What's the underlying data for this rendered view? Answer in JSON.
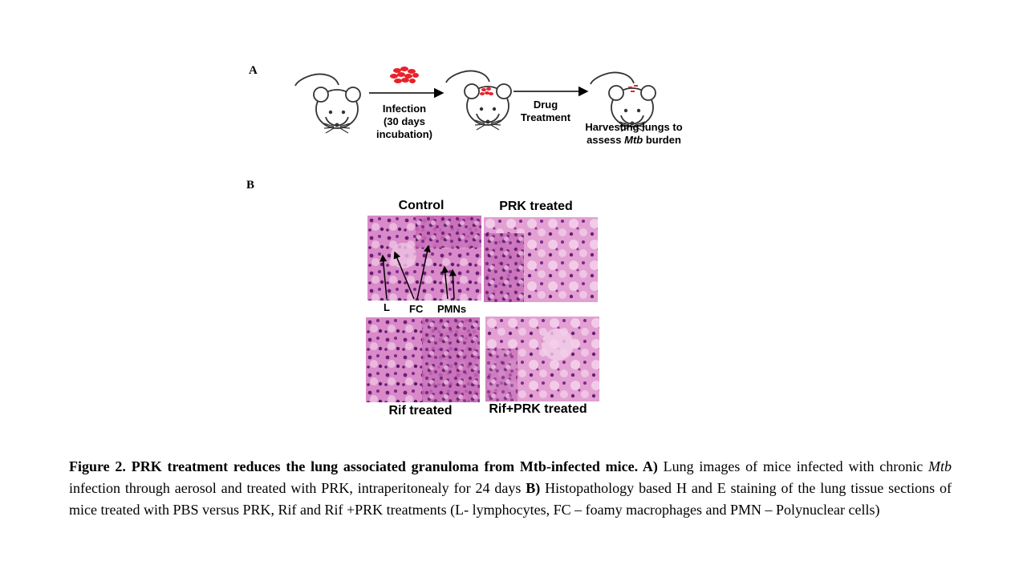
{
  "panel_a": {
    "letter": "A",
    "step1_line1": "Infection",
    "step1_line2": "(30 days",
    "step1_line3": "incubation)",
    "step2_line1": "Drug",
    "step2_line2": "Treatment",
    "step3_line1": "Harvesting lungs to",
    "step3_line2_pre": "assess ",
    "step3_line2_italic": "Mtb",
    "step3_line2_post": " burden",
    "colors": {
      "bacteria": "#e8222a",
      "mouse_outline": "#333333",
      "arrow": "#000000"
    }
  },
  "panel_b": {
    "letter": "B",
    "titles": {
      "control": "Control",
      "prk": "PRK treated",
      "rif": "Rif treated",
      "rif_prk": "Rif+PRK treated"
    },
    "annotations": {
      "l": "L",
      "fc": "FC",
      "pmns": "PMNs"
    },
    "colors": {
      "stain_light": "#e9a9d6",
      "stain_dark": "#6a1f7a",
      "stain_mid": "#c14fa8"
    }
  },
  "caption": {
    "bold_lead": "Figure 2. PRK treatment reduces the lung associated granuloma from Mtb-infected mice. A)",
    "text1": " Lung images of mice infected with chronic ",
    "italic1": "Mtb",
    "text2": " infection through aerosol and treated with PRK, intraperitonealy for 24 days ",
    "bold2": "B)",
    "text3": " Histopathology based H and E staining of the lung tissue sections of mice treated with PBS versus PRK, Rif and Rif +PRK treatments (L- lymphocytes, FC – foamy macrophages and PMN – Polynuclear cells)"
  }
}
